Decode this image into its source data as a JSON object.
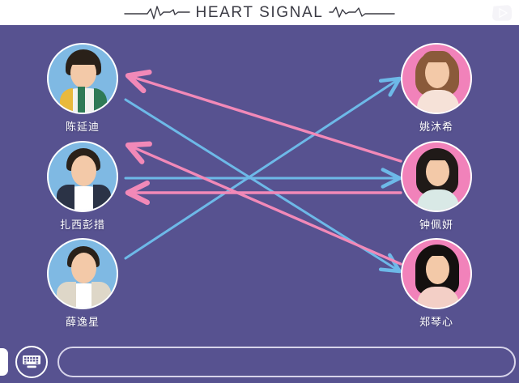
{
  "header": {
    "title": "HEART SIGNAL",
    "left_ecg_icon": "heartbeat-line-icon",
    "right_ecg_icon": "heartbeat-line-icon",
    "watermark_icon": "play-triangle-icon"
  },
  "theme": {
    "stage_bg": "#575290",
    "header_bg": "#ffffff",
    "male_avatar_bg": "#7FB9E3",
    "female_avatar_bg": "#F182BA",
    "blue_arrow": "#6DB9E8",
    "pink_arrow": "#F289B8",
    "name_color": "#ffffff"
  },
  "left_column": {
    "label": "male-contestants",
    "people": [
      {
        "name": "陈延迪",
        "gender": "male"
      },
      {
        "name": "扎西彭措",
        "gender": "male"
      },
      {
        "name": "薛逸星",
        "gender": "male"
      }
    ]
  },
  "right_column": {
    "label": "female-contestants",
    "people": [
      {
        "name": "姚沐希",
        "gender": "female"
      },
      {
        "name": "钟佩妍",
        "gender": "female"
      },
      {
        "name": "郑琴心",
        "gender": "female"
      }
    ]
  },
  "connections": [
    {
      "from": "陈延迪",
      "to": "郑琴心",
      "color": "#6DB9E8",
      "direction": "left-to-right"
    },
    {
      "from": "扎西彭措",
      "to": "钟佩妍",
      "color": "#6DB9E8",
      "direction": "left-to-right"
    },
    {
      "from": "薛逸星",
      "to": "姚沐希",
      "color": "#6DB9E8",
      "direction": "left-to-right"
    },
    {
      "from": "姚沐希",
      "to": "陈延迪",
      "color": "#F289B8",
      "direction": "right-to-left"
    },
    {
      "from": "钟佩妍",
      "to": "扎西彭措",
      "color": "#F289B8",
      "direction": "right-to-left"
    },
    {
      "from": "郑琴心",
      "to": "扎西彭措",
      "color": "#F289B8",
      "direction": "right-to-left"
    }
  ],
  "bottom_bar": {
    "keyboard_icon": "keyboard-icon",
    "nav_handle_icon": "nav-handle-icon",
    "input_value": "",
    "input_placeholder": ""
  }
}
